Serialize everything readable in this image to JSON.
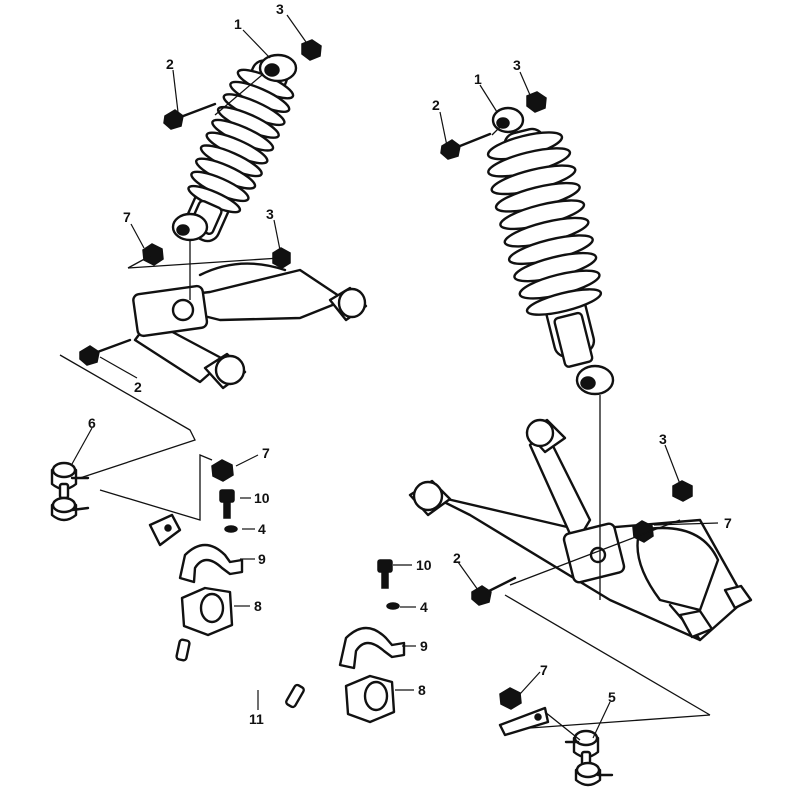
{
  "colors": {
    "line": "#111111",
    "background": "#ffffff"
  },
  "callouts": [
    {
      "id": "c1a",
      "label": "1"
    },
    {
      "id": "c3a",
      "label": "3"
    },
    {
      "id": "c2a",
      "label": "2"
    },
    {
      "id": "c7a",
      "label": "7"
    },
    {
      "id": "c3b",
      "label": "3"
    },
    {
      "id": "c2b",
      "label": "2"
    },
    {
      "id": "c1b",
      "label": "1"
    },
    {
      "id": "c3c",
      "label": "3"
    },
    {
      "id": "c2c",
      "label": "2"
    },
    {
      "id": "c6",
      "label": "6"
    },
    {
      "id": "c7b",
      "label": "7"
    },
    {
      "id": "c10a",
      "label": "10"
    },
    {
      "id": "c4a",
      "label": "4"
    },
    {
      "id": "c9a",
      "label": "9"
    },
    {
      "id": "c8a",
      "label": "8"
    },
    {
      "id": "c3d",
      "label": "3"
    },
    {
      "id": "c7c",
      "label": "7"
    },
    {
      "id": "c2d",
      "label": "2"
    },
    {
      "id": "c10b",
      "label": "10"
    },
    {
      "id": "c4b",
      "label": "4"
    },
    {
      "id": "c9b",
      "label": "9"
    },
    {
      "id": "c8b",
      "label": "8"
    },
    {
      "id": "c11",
      "label": "11"
    },
    {
      "id": "c7d",
      "label": "7"
    },
    {
      "id": "c5",
      "label": "5"
    }
  ]
}
